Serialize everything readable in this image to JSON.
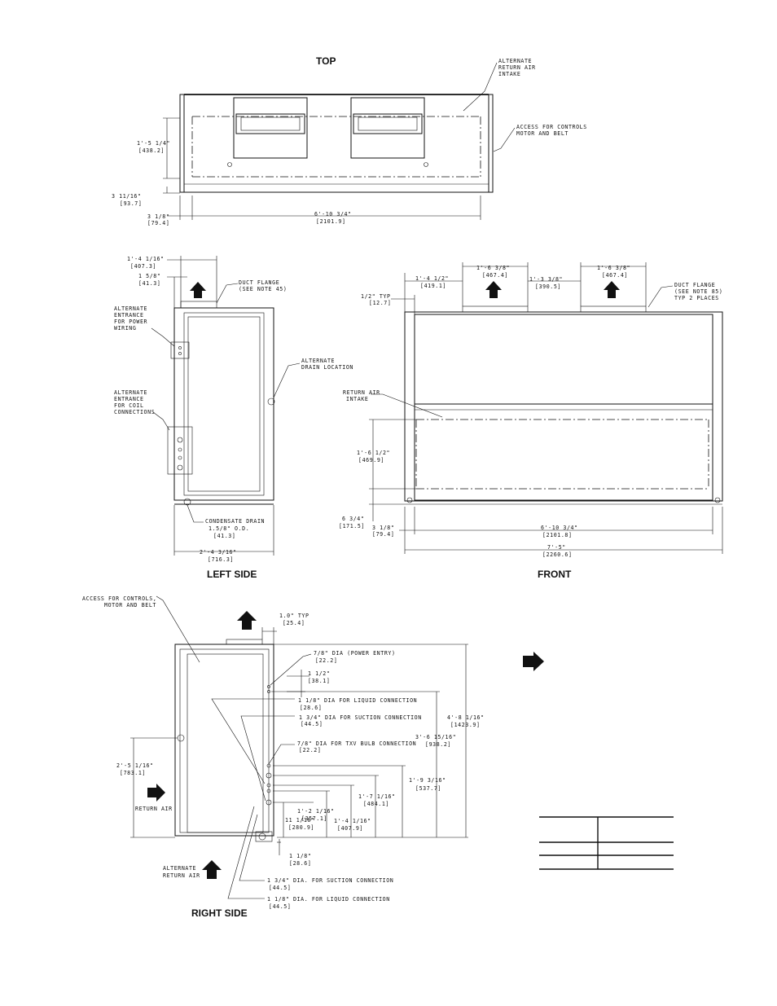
{
  "views": {
    "top": {
      "title": "TOP",
      "alternate_return_air_intake": [
        "ALTERNATE",
        "RETURN AIR",
        "INTAKE"
      ],
      "access_controls": [
        "ACCESS FOR CONTROLS",
        "MOTOR AND BELT"
      ],
      "dim_height": [
        "1'-5 1/4\"",
        "[438.2]"
      ],
      "dim_3_11_16": [
        "3 11/16\"",
        "[93.7]"
      ],
      "dim_3_1_8": [
        "3 1/8\"",
        "[79.4]"
      ],
      "dim_width": [
        "6'-10 3/4\"",
        "[2101.9]"
      ]
    },
    "left_side": {
      "title": "LEFT SIDE",
      "dim_flange": [
        "1'-4 1/16\"",
        "[407.3]"
      ],
      "dim_1_5_8": [
        "1 5/8\"",
        "[41.3]"
      ],
      "duct_flange": [
        "DUCT FLANGE",
        "(SEE NOTE 45)"
      ],
      "power_wiring": [
        "ALTERNATE",
        "ENTRANCE",
        "FOR POWER",
        "WIRING"
      ],
      "coil_connections": [
        "ALTERNATE",
        "ENTRANCE",
        "FOR COIL",
        "CONNECTIONS"
      ],
      "alt_drain": [
        "ALTERNATE",
        "DRAIN LOCATION"
      ],
      "condensate": [
        "CONDENSATE DRAIN",
        "1.5/8\" O.D.",
        "[41.3]"
      ],
      "dim_depth": [
        "2'-4 3/16\"",
        "[716.3]"
      ]
    },
    "front": {
      "title": "FRONT",
      "dim_1_4_1_2": [
        "1'-4 1/2\"",
        "[419.1]"
      ],
      "dim_outlet1": [
        "1'-6 3/8\"",
        "[467.4]"
      ],
      "dim_between": [
        "1'-3 3/8\"",
        "[390.5]"
      ],
      "dim_outlet2": [
        "1'-6 3/8\"",
        "[467.4]"
      ],
      "dim_half_typ": [
        "1/2\" TYP",
        "[12.7]"
      ],
      "duct_flange": [
        "DUCT FLANGE",
        "(SEE NOTE 85)",
        "TYP 2 PLACES"
      ],
      "return_air_intake": [
        "RETURN AIR",
        "INTAKE"
      ],
      "dim_1_6_1_2": [
        "1'-6 1/2\"",
        "[469.9]"
      ],
      "dim_6_3_4": [
        "6 3/4\"",
        "[171.5]"
      ],
      "dim_3_1_8": [
        "3 1/8\"",
        "[79.4]"
      ],
      "dim_inner": [
        "6'-10 3/4\"",
        "[2101.8]"
      ],
      "dim_overall": [
        "7'-5\"",
        "[2260.6]"
      ]
    },
    "right_side": {
      "title": "RIGHT SIDE",
      "access_controls": [
        "ACCESS FOR CONTROLS,",
        "MOTOR AND BELT"
      ],
      "dim_1_0_typ": [
        "1.0\" TYP",
        "[25.4]"
      ],
      "power_entry": [
        "7/8\" DIA (POWER ENTRY)",
        "[22.2]"
      ],
      "dim_1_1_2": [
        "1 1/2\"",
        "[38.1]"
      ],
      "liquid_conn": [
        "1 1/8\" DIA FOR LIQUID CONNECTION",
        "[28.6]"
      ],
      "suction_conn": [
        "1 3/4\" DIA FOR SUCTION CONNECTION",
        "[44.5]"
      ],
      "txv_conn": [
        "7/8\" DIA FOR TXV BULB CONNECTION",
        "[22.2]"
      ],
      "dim_total": [
        "4'-8 1/16\"",
        "[1423.9]"
      ],
      "dim_3_6": [
        "3'-6 15/16\"",
        "[938.2]"
      ],
      "dim_1_9": [
        "1'-9 3/16\"",
        "[537.7]"
      ],
      "dim_1_7": [
        "1'-7 1/16\"",
        "[484.1]"
      ],
      "dim_1_2": [
        "1'-2 1/16\"",
        "[357.1]"
      ],
      "dim_1_4": [
        "1'-4 1/16\"",
        "[407.9]"
      ],
      "dim_11": [
        "11 1/16\"",
        "[280.9]"
      ],
      "dim_2_5": [
        "2'-5 1/16\"",
        "[783.1]"
      ],
      "return_air": "RETURN AIR",
      "dim_1_1_8": [
        "1 1/8\"",
        "[28.6]"
      ],
      "alt_return": [
        "ALTERNATE",
        "RETURN AIR"
      ],
      "suction_bottom": [
        "1 3/4\" DIA. FOR SUCTION CONNECTION",
        "[44.5]"
      ],
      "liquid_bottom": [
        "1 1/8\" DIA. FOR LIQUID CONNECTION",
        "[44.5]"
      ]
    }
  }
}
